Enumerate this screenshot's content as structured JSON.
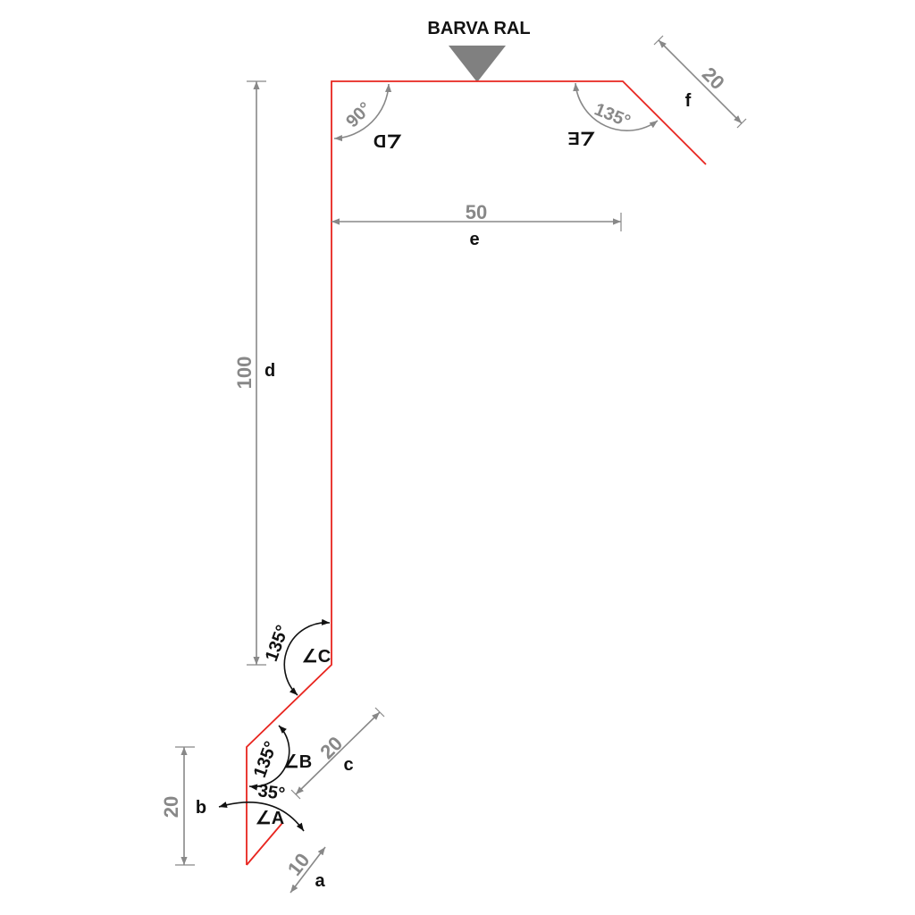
{
  "title": "BARVA RAL",
  "dimensions": {
    "a": {
      "label": "a",
      "value": "10"
    },
    "b": {
      "label": "b",
      "value": "20"
    },
    "c": {
      "label": "c",
      "value": "20"
    },
    "d": {
      "label": "d",
      "value": "100"
    },
    "e": {
      "label": "e",
      "value": "50"
    },
    "f": {
      "label": "f",
      "value": "20"
    }
  },
  "angles": {
    "A": {
      "label": "∠A",
      "value": "35°"
    },
    "B": {
      "label": "∠B",
      "value": "135°"
    },
    "C": {
      "label": "∠C",
      "value": "135°"
    },
    "D": {
      "label": "∠D",
      "value": "90°"
    },
    "E": {
      "label": "∠E",
      "value": "135°"
    }
  },
  "colors": {
    "profile": "#e8251f",
    "dimension": "#888888",
    "label": "#111111",
    "marker": "#808080"
  }
}
